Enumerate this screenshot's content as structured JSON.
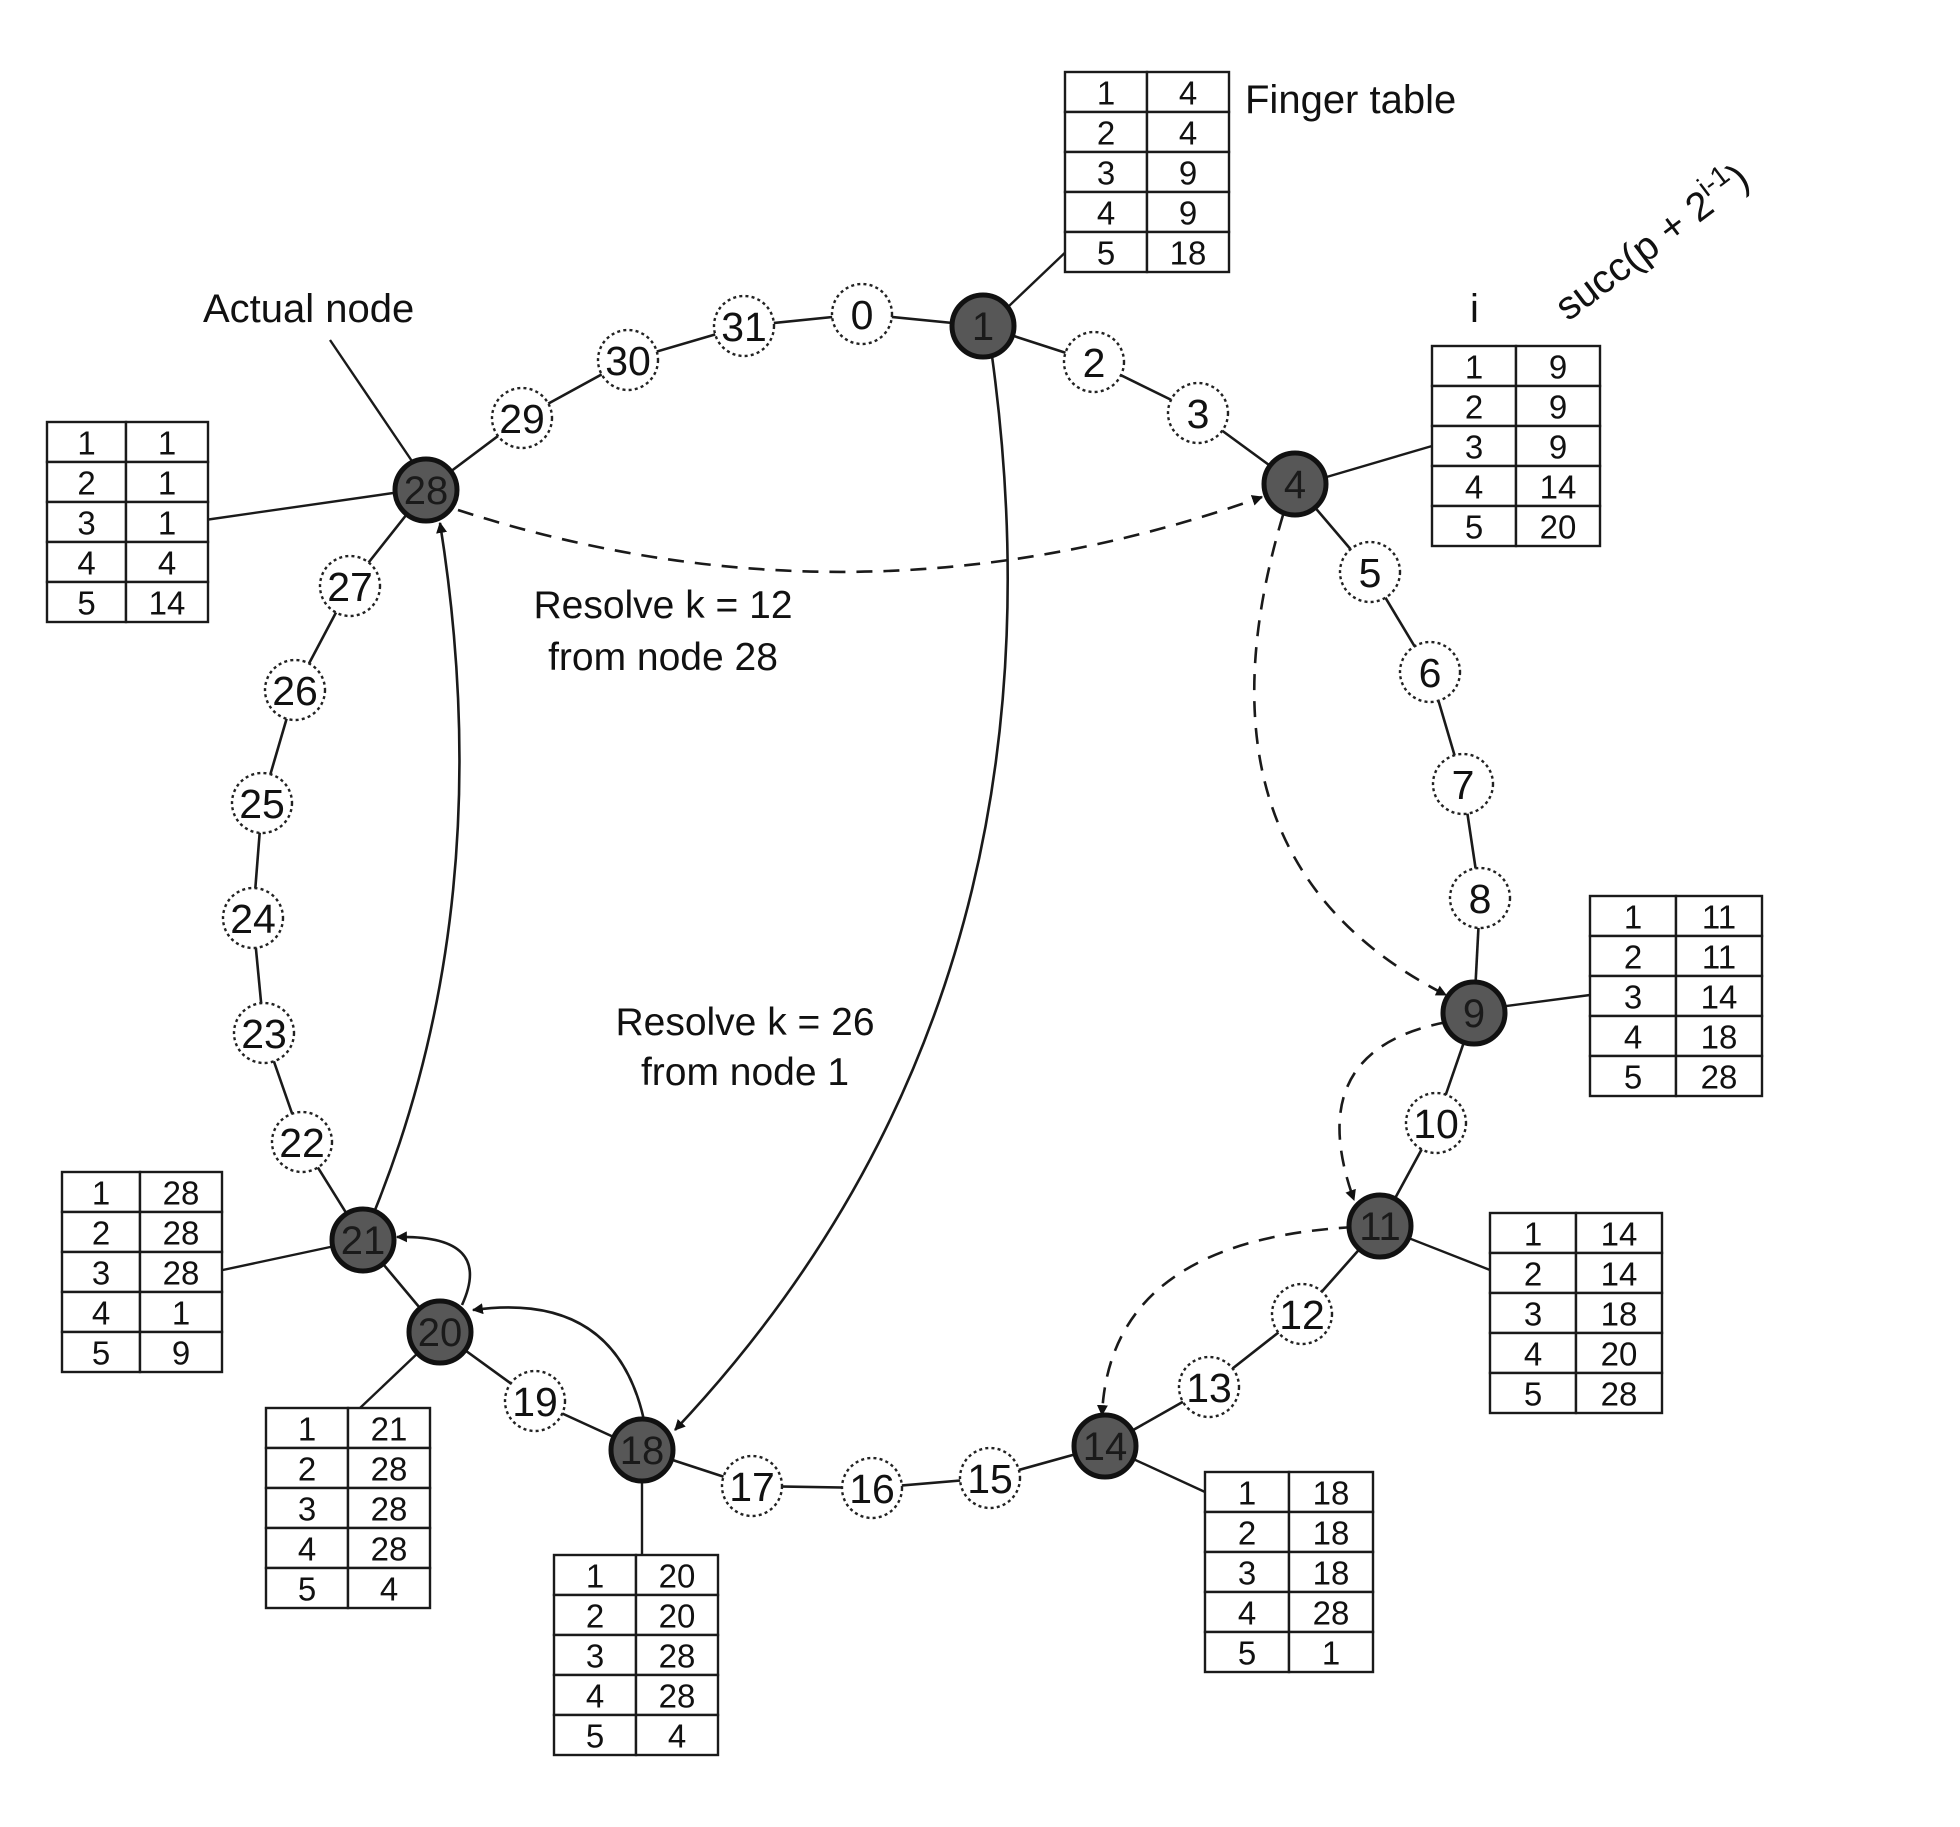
{
  "labels": {
    "finger_table": "Finger table",
    "actual_node": "Actual node",
    "col_i": "i",
    "col_succ": "succ(p + 2",
    "col_succ_sup": "i-1",
    "col_succ_close": ")"
  },
  "resolve_12": {
    "line1": "Resolve k = 12",
    "line2": "from node 28"
  },
  "resolve_26": {
    "line1": "Resolve k = 26",
    "line2": "from node 1"
  },
  "identifiers": [
    "0",
    "1",
    "2",
    "3",
    "4",
    "5",
    "6",
    "7",
    "8",
    "9",
    "10",
    "11",
    "12",
    "13",
    "14",
    "15",
    "16",
    "17",
    "18",
    "19",
    "20",
    "21",
    "22",
    "23",
    "24",
    "25",
    "26",
    "27",
    "28",
    "29",
    "30",
    "31"
  ],
  "actual_nodes": [
    1,
    4,
    9,
    11,
    14,
    18,
    20,
    21,
    28
  ],
  "finger_tables": [
    {
      "node": "1",
      "rows": [
        [
          "1",
          "4"
        ],
        [
          "2",
          "4"
        ],
        [
          "3",
          "9"
        ],
        [
          "4",
          "9"
        ],
        [
          "5",
          "18"
        ]
      ]
    },
    {
      "node": "4",
      "rows": [
        [
          "1",
          "9"
        ],
        [
          "2",
          "9"
        ],
        [
          "3",
          "9"
        ],
        [
          "4",
          "14"
        ],
        [
          "5",
          "20"
        ]
      ]
    },
    {
      "node": "9",
      "rows": [
        [
          "1",
          "11"
        ],
        [
          "2",
          "11"
        ],
        [
          "3",
          "14"
        ],
        [
          "4",
          "18"
        ],
        [
          "5",
          "28"
        ]
      ]
    },
    {
      "node": "11",
      "rows": [
        [
          "1",
          "14"
        ],
        [
          "2",
          "14"
        ],
        [
          "3",
          "18"
        ],
        [
          "4",
          "20"
        ],
        [
          "5",
          "28"
        ]
      ]
    },
    {
      "node": "14",
      "rows": [
        [
          "1",
          "18"
        ],
        [
          "2",
          "18"
        ],
        [
          "3",
          "18"
        ],
        [
          "4",
          "28"
        ],
        [
          "5",
          "1"
        ]
      ]
    },
    {
      "node": "18",
      "rows": [
        [
          "1",
          "20"
        ],
        [
          "2",
          "20"
        ],
        [
          "3",
          "28"
        ],
        [
          "4",
          "28"
        ],
        [
          "5",
          "4"
        ]
      ]
    },
    {
      "node": "20",
      "rows": [
        [
          "1",
          "21"
        ],
        [
          "2",
          "28"
        ],
        [
          "3",
          "28"
        ],
        [
          "4",
          "28"
        ],
        [
          "5",
          "4"
        ]
      ]
    },
    {
      "node": "21",
      "rows": [
        [
          "1",
          "28"
        ],
        [
          "2",
          "28"
        ],
        [
          "3",
          "28"
        ],
        [
          "4",
          "1"
        ],
        [
          "5",
          "9"
        ]
      ]
    },
    {
      "node": "28",
      "rows": [
        [
          "1",
          "1"
        ],
        [
          "2",
          "1"
        ],
        [
          "3",
          "1"
        ],
        [
          "4",
          "4"
        ],
        [
          "5",
          "14"
        ]
      ]
    }
  ]
}
